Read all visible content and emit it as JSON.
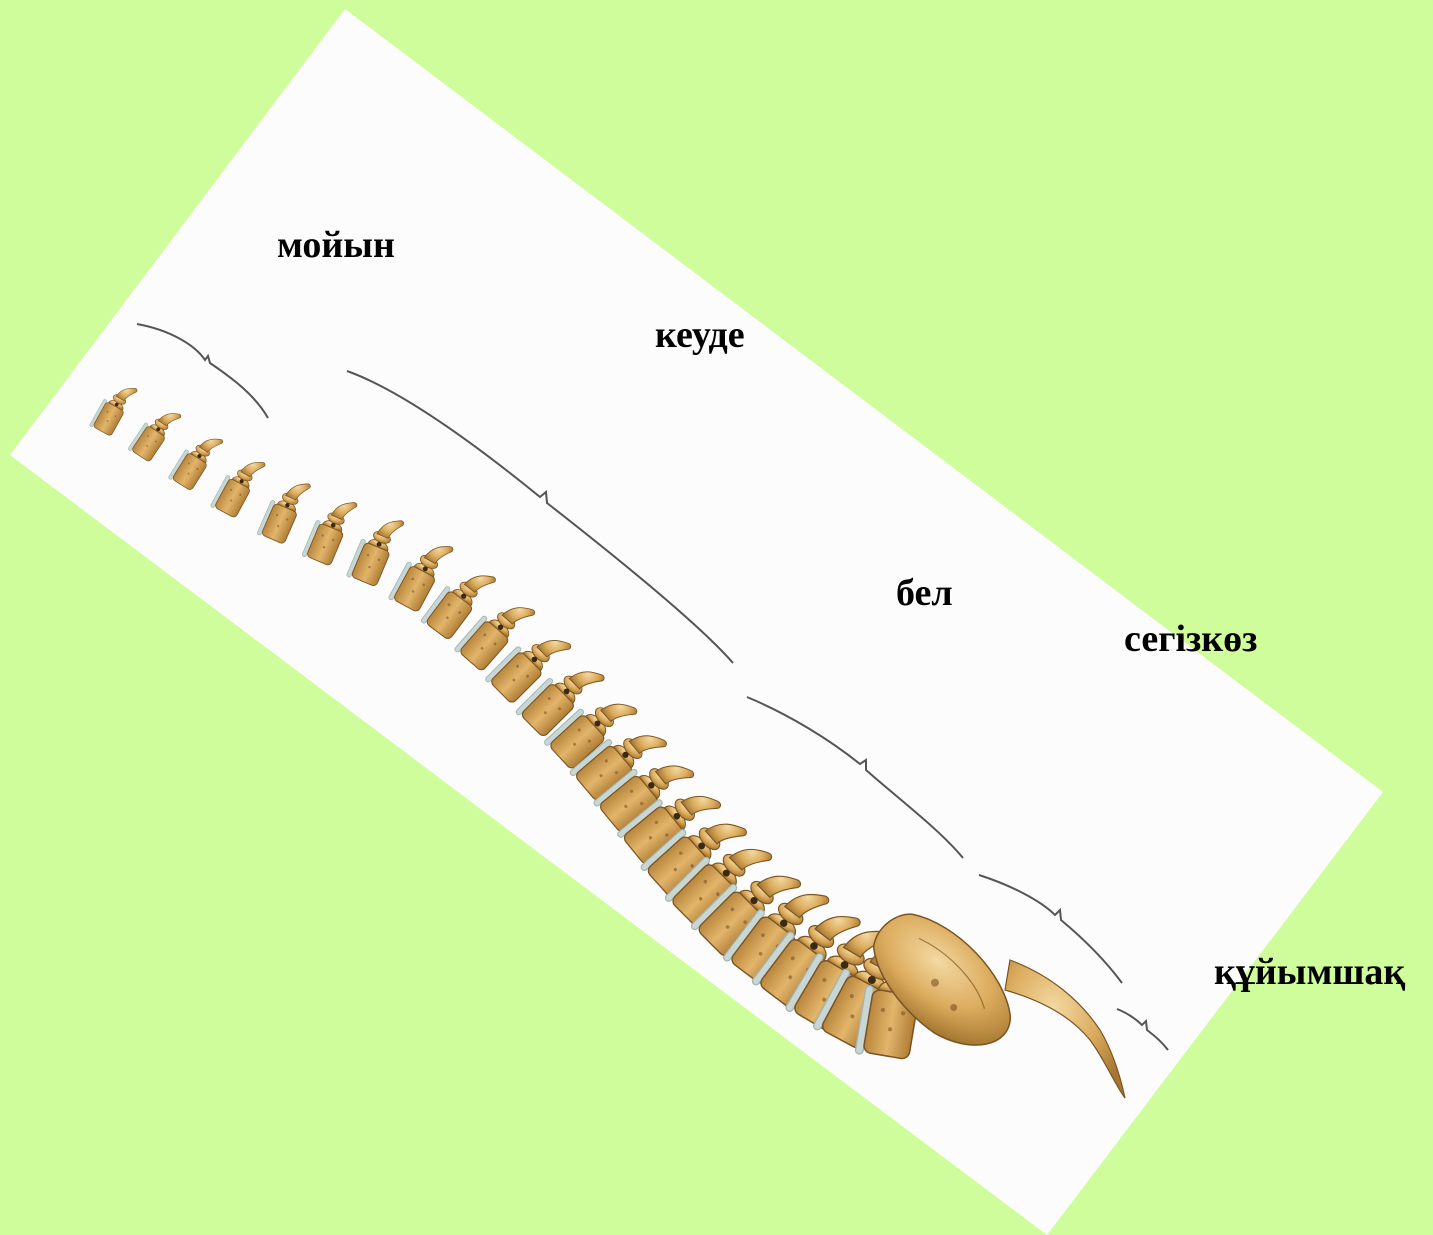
{
  "colors": {
    "background": "#d0fd9c",
    "panel": "#fcfcfc",
    "bone": "#d9aa5c",
    "bone_light": "#efcf8e",
    "bone_dark": "#7a5424",
    "disc": "#c8d6d4",
    "bracket": "#555555"
  },
  "diagram": {
    "labels": {
      "cervical": "мойын",
      "thoracic": "кеуде",
      "lumbar": "бел",
      "sacrum": "сегізкөз",
      "coccyx": "құйымшақ"
    },
    "regions": [
      {
        "id": "cervical",
        "vertebra_count": 7
      },
      {
        "id": "thoracic",
        "vertebra_count": 12
      },
      {
        "id": "lumbar",
        "vertebra_count": 5
      },
      {
        "id": "sacrum",
        "vertebra_count": 1
      },
      {
        "id": "coccyx",
        "vertebra_count": 1
      }
    ]
  }
}
